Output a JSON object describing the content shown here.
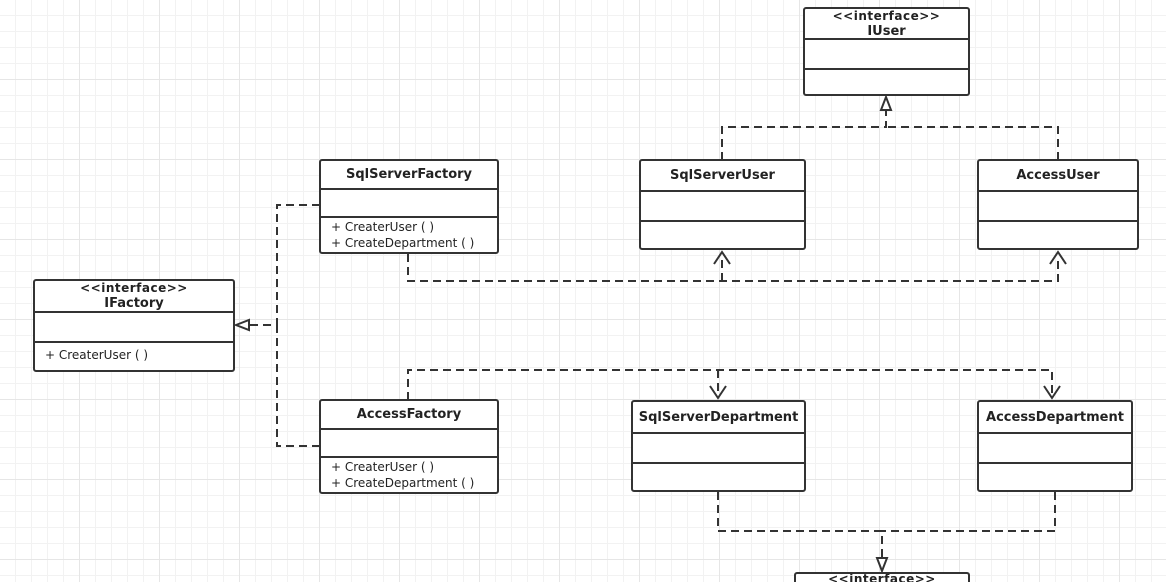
{
  "diagram": {
    "classes": {
      "iuser": {
        "stereotype": "<<interface>>",
        "name": "IUser",
        "operations": []
      },
      "sqlserver_user": {
        "stereotype": "",
        "name": "SqlServerUser",
        "operations": []
      },
      "access_user": {
        "stereotype": "",
        "name": "AccessUser",
        "operations": []
      },
      "sqlserver_factory": {
        "stereotype": "",
        "name": "SqlServerFactory",
        "operations": [
          "+ CreaterUser ( )",
          "+ CreateDepartment ( )"
        ]
      },
      "ifactory": {
        "stereotype": "<<interface>>",
        "name": "IFactory",
        "operations": [
          "+ CreaterUser ( )"
        ]
      },
      "access_factory": {
        "stereotype": "",
        "name": "AccessFactory",
        "operations": [
          "+ CreaterUser ( )",
          "+ CreateDepartment ( )"
        ]
      },
      "sqlserver_department": {
        "stereotype": "",
        "name": "SqlServerDepartment",
        "operations": []
      },
      "access_department": {
        "stereotype": "",
        "name": "AccessDepartment",
        "operations": []
      },
      "idepartment": {
        "stereotype": "<<interface>>"
      }
    },
    "colors": {
      "line": "#333333",
      "grid": "#e6e6e6",
      "box_fill": "#ffffff"
    }
  }
}
